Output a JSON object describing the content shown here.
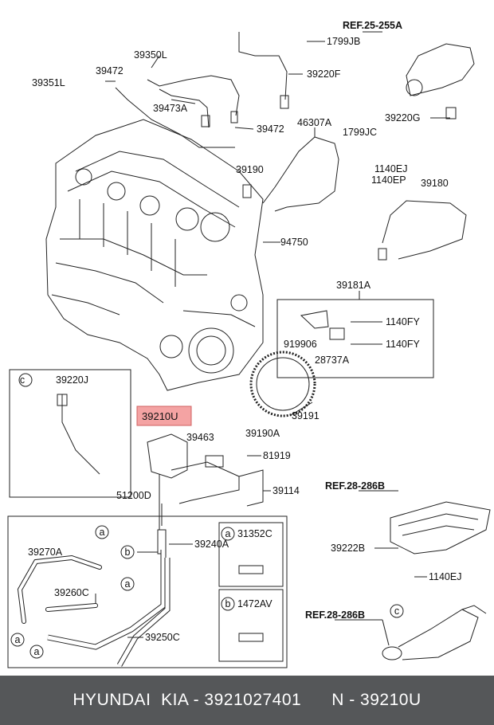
{
  "diagram": {
    "labels": {
      "l39350L": "39350L",
      "l39351L": "39351L",
      "l39472a": "39472",
      "l39473A": "39473A",
      "l39472b": "39472",
      "l1799JB": "1799JB",
      "l39220F": "39220F",
      "ref25": "REF.25-255A",
      "l39220G": "39220G",
      "l46307A": "46307A",
      "l1799JC": "1799JC",
      "l39190": "39190",
      "l1140EJ_top": "1140EJ",
      "l1140EP": "1140EP",
      "l39180": "39180",
      "l94750": "94750",
      "l39181A": "39181A",
      "l1140FY_a": "1140FY",
      "l919906": "919906",
      "l1140FY_b": "1140FY",
      "l28737A": "28737A",
      "circle_c_main": "c",
      "l39220J": "39220J",
      "l39210U": "39210U",
      "l39463": "39463",
      "l39191": "39191",
      "l39190A": "39190A",
      "l81919": "81919",
      "l39114": "39114",
      "l51200D": "51200D",
      "ref28a": "REF.28-286B",
      "l39222B": "39222B",
      "l1140EJ_bot": "1140EJ",
      "ref28b": "REF.28-286B",
      "circle_c_exh": "c",
      "l39270A": "39270A",
      "l39240A": "39240A",
      "l39260C": "39260C",
      "l39250C": "39250C",
      "circle_a1": "a",
      "circle_a2": "a",
      "circle_a3": "a",
      "circle_a4": "a",
      "circle_b1": "b",
      "legend_a_letter": "a",
      "legend_a_part": "31352C",
      "legend_b_letter": "b",
      "legend_b_part": "1472AV"
    }
  },
  "footer": {
    "text": "HYUNDAI  KIA - 3921027401      N - 39210U"
  },
  "colors": {
    "highlight": "#f4a3a3",
    "footer_bg": "#555759",
    "line": "#222222"
  }
}
